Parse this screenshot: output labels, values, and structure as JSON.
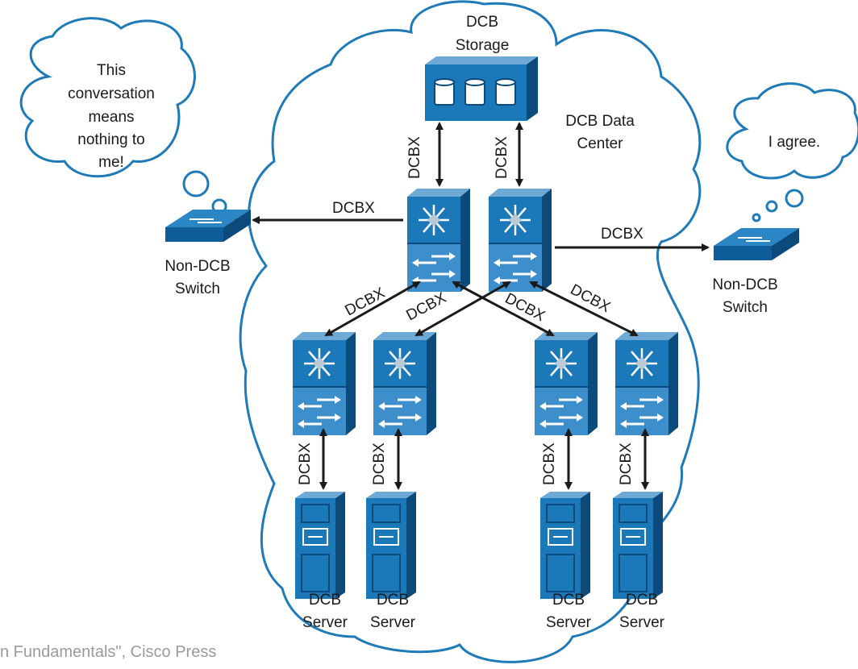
{
  "colors": {
    "cloud_stroke": "#1f7ab8",
    "device_dark": "#0f5d98",
    "device_mid": "#1b78b9",
    "device_light": "#6fa9d6",
    "arrow": "#1a1a1a"
  },
  "labels": {
    "storage": [
      "DCB",
      "Storage"
    ],
    "data_center": [
      "DCB Data",
      "Center"
    ],
    "left_switch": [
      "Non-DCB",
      "Switch"
    ],
    "right_switch": [
      "Non-DCB",
      "Switch"
    ],
    "left_thought": [
      "This",
      "conversation",
      "means",
      "nothing to",
      "me!"
    ],
    "right_thought": [
      "I agree."
    ],
    "server": [
      "DCB",
      "Server"
    ],
    "dcbx": "DCBX"
  },
  "icons": [
    "storage-array-icon",
    "multilayer-switch-icon",
    "layer2-switch-icon",
    "server-icon",
    "thought-cloud-icon"
  ],
  "caption": "n Fundamentals\", Cisco Press"
}
